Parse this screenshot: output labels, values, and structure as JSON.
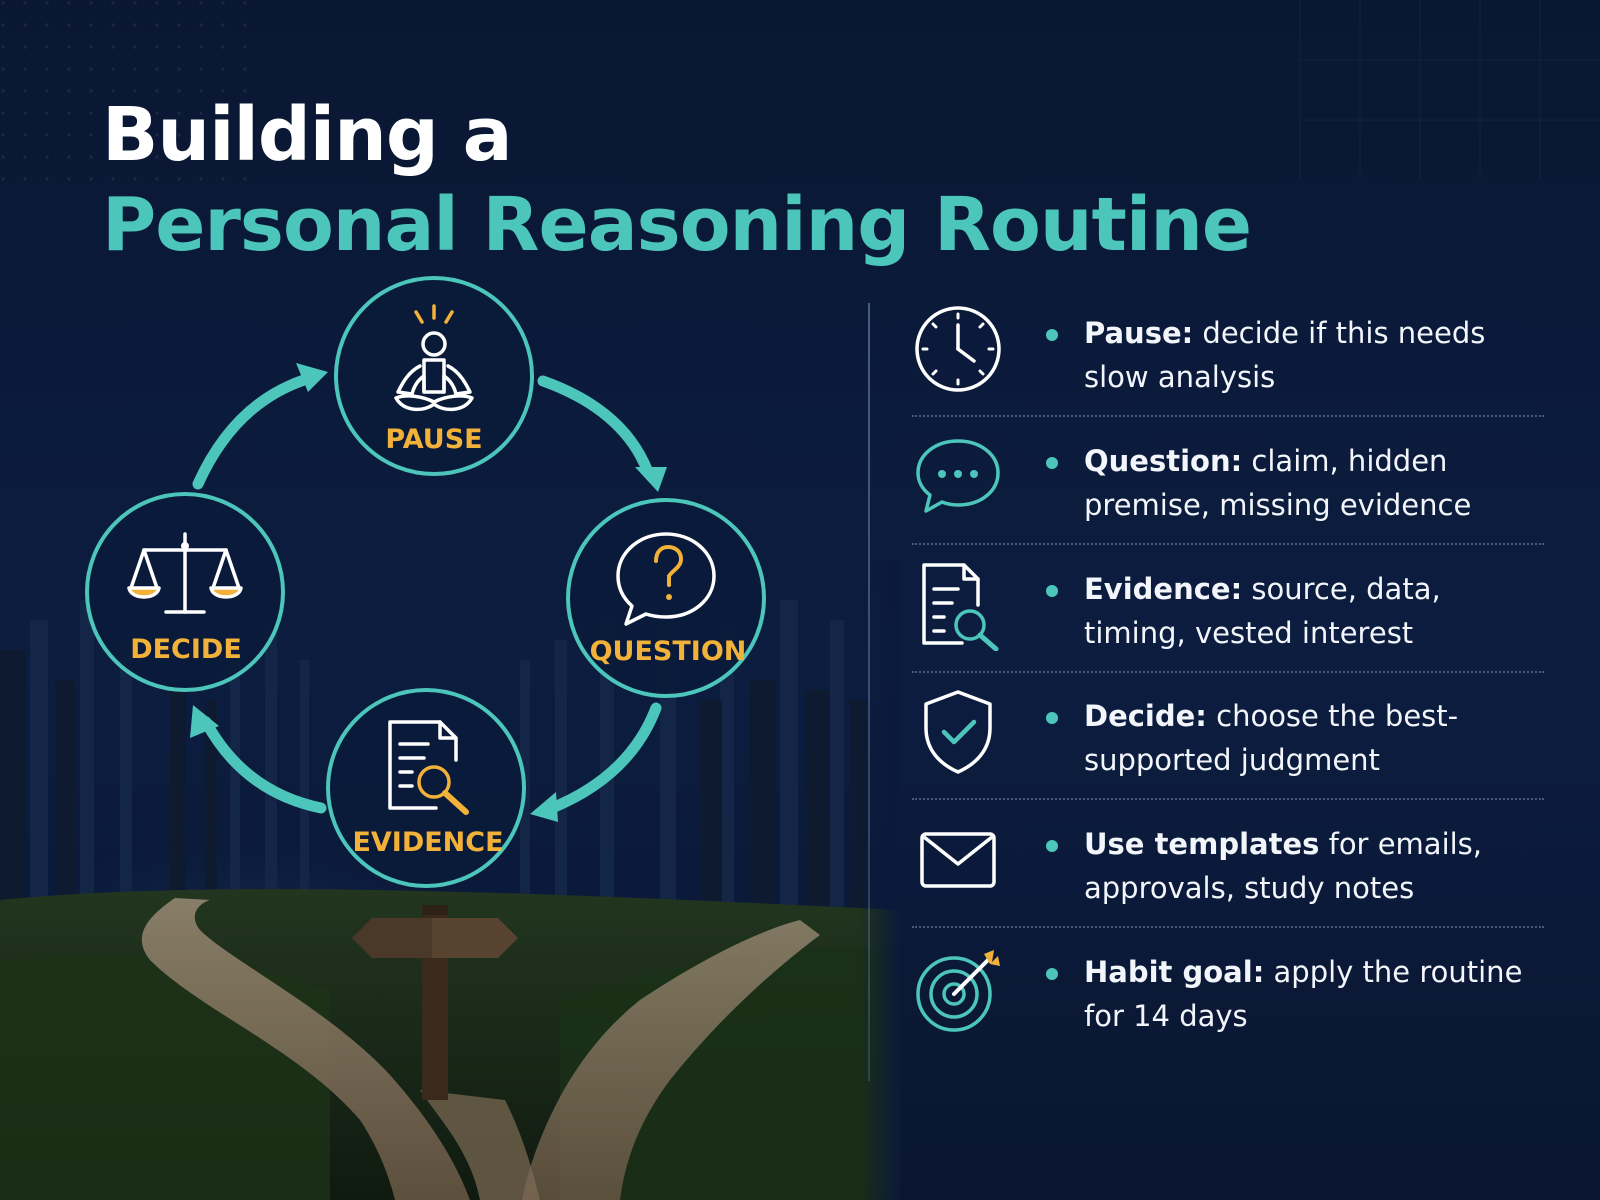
{
  "colors": {
    "background": "#0b1a3a",
    "teal": "#4cc6bb",
    "gold": "#f2b138",
    "white": "#ffffff",
    "text": "#f2f5fa"
  },
  "title": {
    "line1": "Building a",
    "line2": "Personal Reasoning Routine"
  },
  "cycle": {
    "nodes": [
      {
        "label": "PAUSE",
        "icon": "meditating-person-icon"
      },
      {
        "label": "QUESTION",
        "icon": "question-speech-bubble-icon"
      },
      {
        "label": "EVIDENCE",
        "icon": "document-magnifier-icon"
      },
      {
        "label": "DECIDE",
        "icon": "balance-scale-icon"
      }
    ]
  },
  "steps": [
    {
      "icon": "clock-icon",
      "bold": "Pause:",
      "rest": " decide if this needs slow analysis"
    },
    {
      "icon": "chat-bubble-icon",
      "bold": "Question:",
      "rest": " claim, hidden premise, missing evidence"
    },
    {
      "icon": "document-search-icon",
      "bold": "Evidence:",
      "rest": " source, data, timing, vested interest"
    },
    {
      "icon": "shield-check-icon",
      "bold": "Decide:",
      "rest": " choose the best-supported judgment"
    },
    {
      "icon": "envelope-icon",
      "bold": "Use templates",
      "rest": " for emails, approvals, study notes"
    },
    {
      "icon": "target-arrow-icon",
      "bold": "Habit goal:",
      "rest": " apply the routine for 14 days"
    }
  ]
}
